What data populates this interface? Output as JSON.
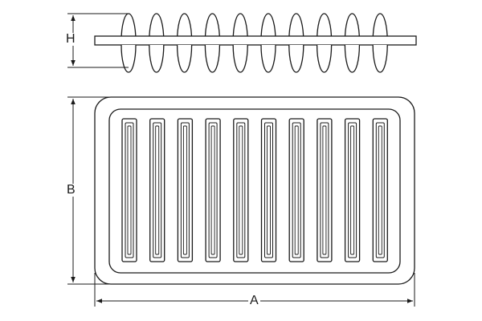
{
  "diagram": {
    "type": "air-filter-dimension-drawing",
    "views": [
      "side-view",
      "top-view"
    ],
    "pleat_count": 10,
    "line_color": "#1a1a1a",
    "background_color": "#ffffff",
    "dimensions": {
      "height_label": "H",
      "width_label": "B",
      "length_label": "A"
    }
  }
}
